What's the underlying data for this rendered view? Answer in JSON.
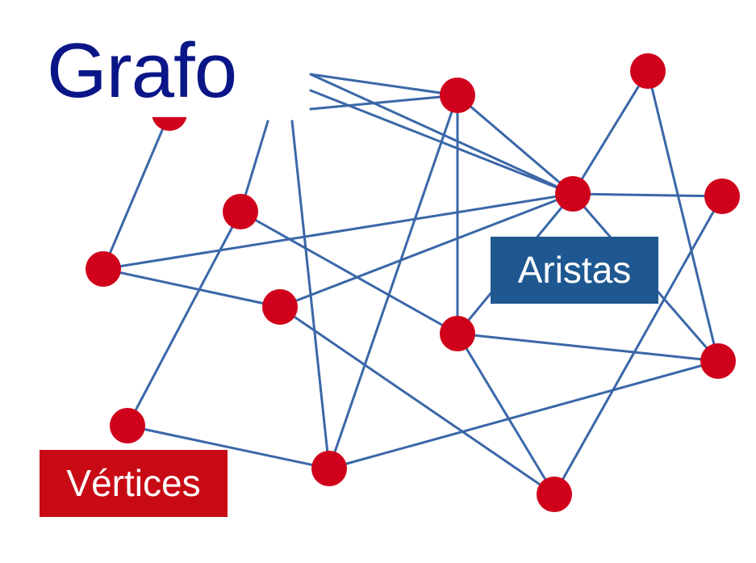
{
  "title": "Grafo",
  "labels": {
    "edges": "Aristas",
    "vertices": "Vértices"
  },
  "colors": {
    "title": "#0a1687",
    "edge": "#3a67a8",
    "vertex": "#d0021b",
    "edges_label_bg": "#1f5891",
    "vertices_label_bg": "#c80a14",
    "label_text": "#ffffff"
  }
}
